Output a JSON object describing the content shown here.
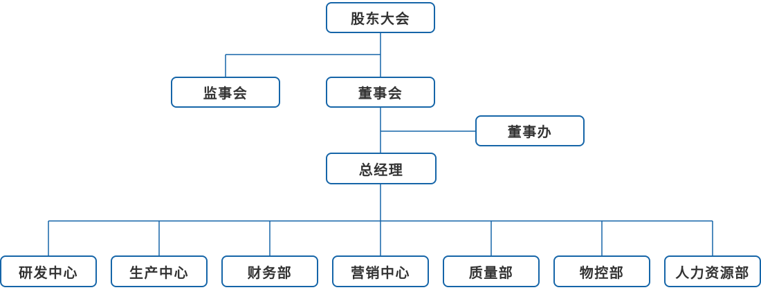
{
  "org_chart": {
    "nodes": {
      "shareholders_meeting": {
        "label": "股东大会"
      },
      "supervisory_board": {
        "label": "监事会"
      },
      "board_of_directors": {
        "label": "董事会"
      },
      "board_office": {
        "label": "董事办"
      },
      "general_manager": {
        "label": "总经理"
      }
    },
    "departments": [
      {
        "label": "研发中心"
      },
      {
        "label": "生产中心"
      },
      {
        "label": "财务部"
      },
      {
        "label": "营销中心"
      },
      {
        "label": "质量部"
      },
      {
        "label": "物控部"
      },
      {
        "label": "人力资源部"
      }
    ],
    "hierarchy": [
      {
        "parent": "股东大会",
        "children": [
          "监事会",
          "董事会"
        ]
      },
      {
        "parent": "董事会",
        "children": [
          "董事办",
          "总经理"
        ]
      },
      {
        "parent": "总经理",
        "children": [
          "研发中心",
          "生产中心",
          "财务部",
          "营销中心",
          "质量部",
          "物控部",
          "人力资源部"
        ]
      }
    ],
    "colors": {
      "box_border": "#1565a8",
      "connector_line": "#1565a8",
      "text": "#333333",
      "background": "#ffffff"
    }
  }
}
